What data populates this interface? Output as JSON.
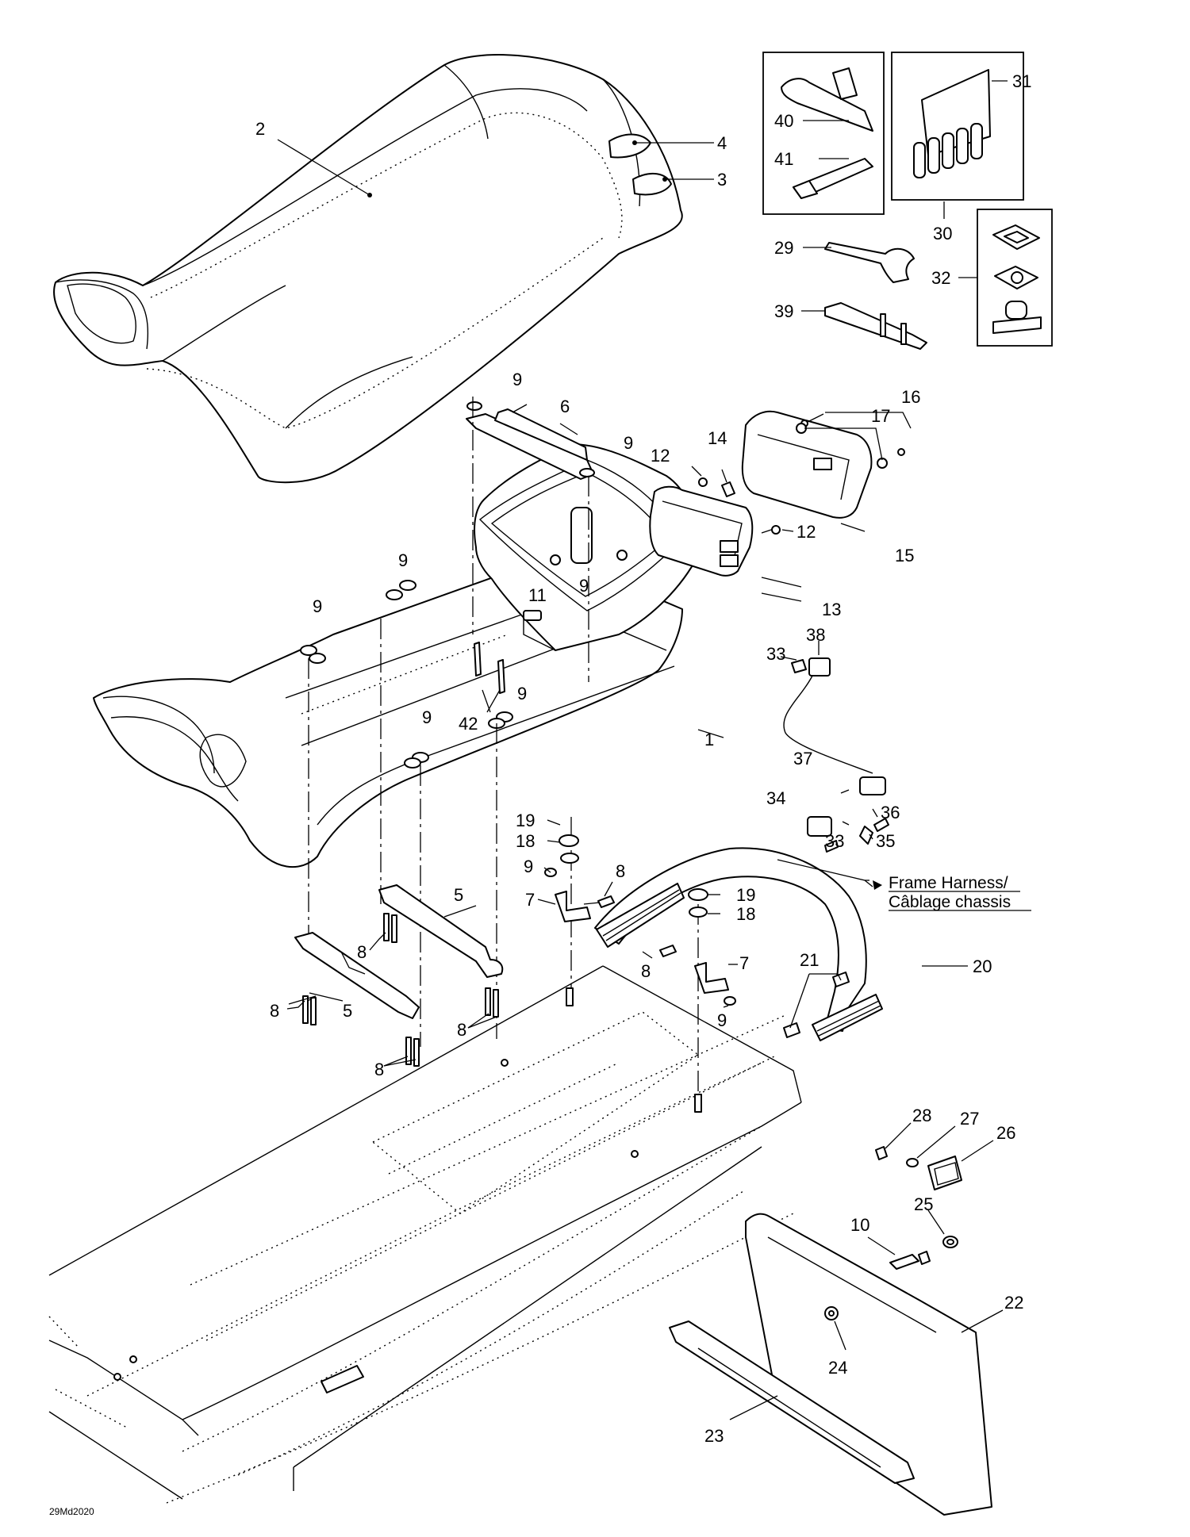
{
  "diagram": {
    "footer_code": "29Md2020",
    "note_frame_harness_en": "Frame Harness/",
    "note_frame_harness_fr": "Câblage chassis"
  },
  "callouts": [
    {
      "id": "c2",
      "text": "2"
    },
    {
      "id": "c4",
      "text": "4"
    },
    {
      "id": "c3",
      "text": "3"
    },
    {
      "id": "c40",
      "text": "40"
    },
    {
      "id": "c41",
      "text": "41"
    },
    {
      "id": "c31",
      "text": "31"
    },
    {
      "id": "c30",
      "text": "30"
    },
    {
      "id": "c29",
      "text": "29"
    },
    {
      "id": "c32",
      "text": "32"
    },
    {
      "id": "c39",
      "text": "39"
    },
    {
      "id": "c9a",
      "text": "9"
    },
    {
      "id": "c6",
      "text": "6"
    },
    {
      "id": "c9b",
      "text": "9"
    },
    {
      "id": "c16",
      "text": "16"
    },
    {
      "id": "c17",
      "text": "17"
    },
    {
      "id": "c12a",
      "text": "12"
    },
    {
      "id": "c14",
      "text": "14"
    },
    {
      "id": "c12b",
      "text": "12"
    },
    {
      "id": "c15",
      "text": "15"
    },
    {
      "id": "c9c",
      "text": "9"
    },
    {
      "id": "c9d",
      "text": "9"
    },
    {
      "id": "c11",
      "text": "11"
    },
    {
      "id": "c9e",
      "text": "9"
    },
    {
      "id": "c13",
      "text": "13"
    },
    {
      "id": "c33a",
      "text": "33"
    },
    {
      "id": "c38",
      "text": "38"
    },
    {
      "id": "c42",
      "text": "42"
    },
    {
      "id": "c9f",
      "text": "9"
    },
    {
      "id": "c1",
      "text": "1"
    },
    {
      "id": "c9g",
      "text": "9"
    },
    {
      "id": "c37",
      "text": "37"
    },
    {
      "id": "c34",
      "text": "34"
    },
    {
      "id": "c36",
      "text": "36"
    },
    {
      "id": "c33b",
      "text": "33"
    },
    {
      "id": "c35",
      "text": "35"
    },
    {
      "id": "c19a",
      "text": "19"
    },
    {
      "id": "c18a",
      "text": "18"
    },
    {
      "id": "c9h",
      "text": "9"
    },
    {
      "id": "c8a",
      "text": "8"
    },
    {
      "id": "c7a",
      "text": "7"
    },
    {
      "id": "c5a",
      "text": "5"
    },
    {
      "id": "c19b",
      "text": "19"
    },
    {
      "id": "c18b",
      "text": "18"
    },
    {
      "id": "c8b",
      "text": "8"
    },
    {
      "id": "c8c",
      "text": "8"
    },
    {
      "id": "c7b",
      "text": "7"
    },
    {
      "id": "c20",
      "text": "20"
    },
    {
      "id": "c21",
      "text": "21"
    },
    {
      "id": "c8d",
      "text": "8"
    },
    {
      "id": "c5b",
      "text": "5"
    },
    {
      "id": "c8e",
      "text": "8"
    },
    {
      "id": "c9i",
      "text": "9"
    },
    {
      "id": "c8f",
      "text": "8"
    },
    {
      "id": "c28",
      "text": "28"
    },
    {
      "id": "c27",
      "text": "27"
    },
    {
      "id": "c26",
      "text": "26"
    },
    {
      "id": "c25",
      "text": "25"
    },
    {
      "id": "c10",
      "text": "10"
    },
    {
      "id": "c22",
      "text": "22"
    },
    {
      "id": "c24",
      "text": "24"
    },
    {
      "id": "c23",
      "text": "23"
    }
  ]
}
